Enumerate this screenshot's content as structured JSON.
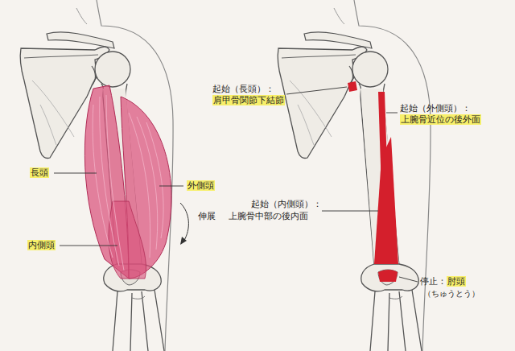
{
  "diagram": {
    "labels": [
      "長頭",
      "外側頭",
      "伸展",
      "内側頭",
      "起始（長頭）：",
      "肩甲骨関節下結節",
      "起始（外側頭）：",
      "上腕骨近位の後外面",
      "起始（内側頭）：",
      "上腕骨中部の後内面",
      "停止：",
      "肘頭",
      "（ちゅうとう）"
    ]
  }
}
